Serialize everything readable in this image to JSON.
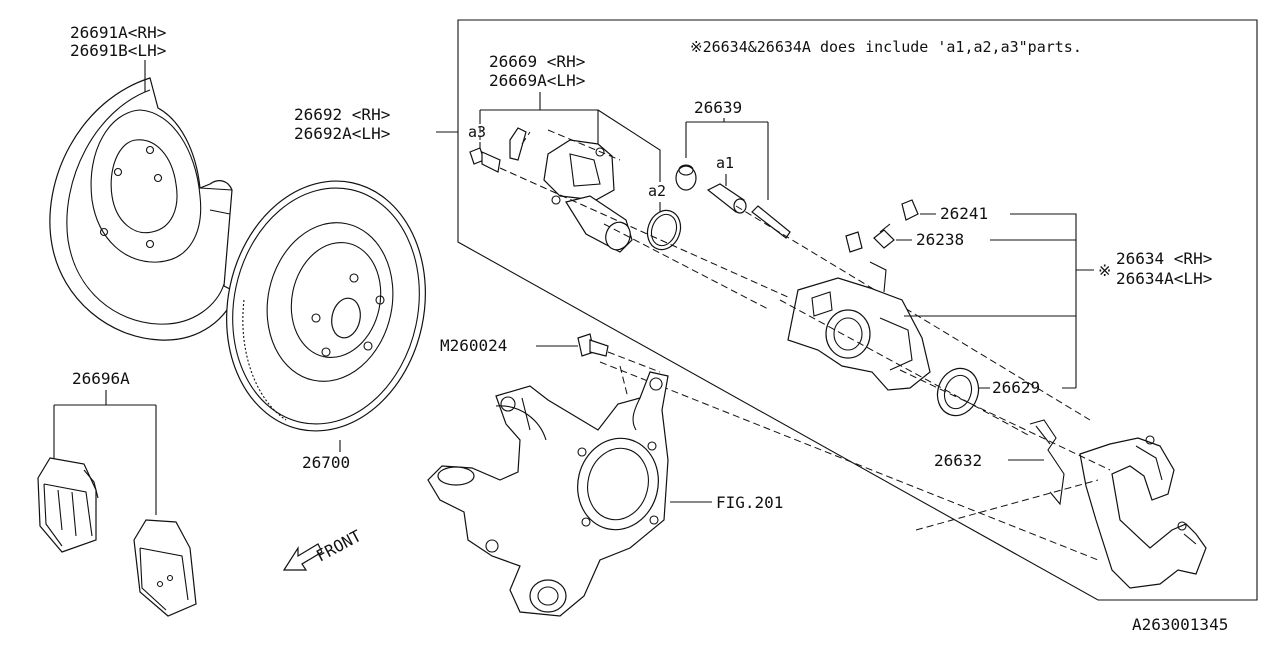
{
  "note": "※26634&26634A does include 'a1,a2,a3\"parts.",
  "labels": {
    "shield_rh": "26691A<RH>",
    "shield_lh": "26691B<LH>",
    "pads": "26696A",
    "rotor": "26700",
    "bolt": "M260024",
    "knuckle_fig": "FIG.201",
    "front": "FRONT",
    "bracket_rh": "26692 <RH>",
    "bracket_lh": "26692A<LH>",
    "a3": "a3",
    "piston_rh": "26669 <RH>",
    "piston_lh": "26669A<LH>",
    "a2": "a2",
    "pin_set": "26639",
    "a1": "a1",
    "bleeder_cap": "26241",
    "bleeder": "26238",
    "caliper_rh": "26634 <RH>",
    "caliper_lh": "26634A<LH>",
    "caliper_mark": "※",
    "seal": "26629",
    "clip": "26632",
    "diagram_id": "A263001345"
  }
}
